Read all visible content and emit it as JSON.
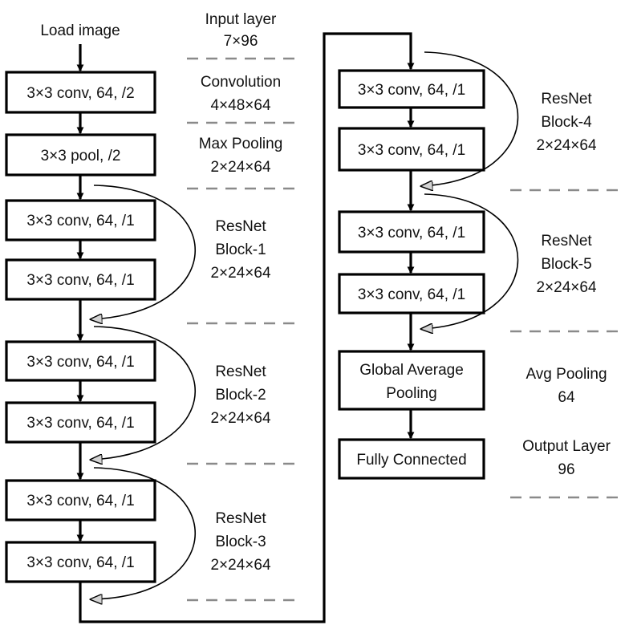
{
  "input": {
    "label": "Load image"
  },
  "left_column": {
    "conv1": "3×3 conv, 64, /2",
    "pool": "3×3 pool, /2",
    "block1": [
      "3×3 conv, 64, /1",
      "3×3 conv, 64, /1"
    ],
    "block2": [
      "3×3 conv, 64, /1",
      "3×3 conv, 64, /1"
    ],
    "block3": [
      "3×3 conv, 64, /1",
      "3×3 conv, 64, /1"
    ]
  },
  "left_annotations": {
    "input_layer": [
      "Input layer",
      "7×96"
    ],
    "convolution": [
      "Convolution",
      "4×48×64"
    ],
    "max_pooling": [
      "Max Pooling",
      "2×24×64"
    ],
    "block1": [
      "ResNet",
      "Block-1",
      "2×24×64"
    ],
    "block2": [
      "ResNet",
      "Block-2",
      "2×24×64"
    ],
    "block3": [
      "ResNet",
      "Block-3",
      "2×24×64"
    ]
  },
  "right_column": {
    "block4": [
      "3×3 conv, 64, /1",
      "3×3 conv, 64, /1"
    ],
    "block5": [
      "3×3 conv, 64, /1",
      "3×3 conv, 64, /1"
    ],
    "gap": [
      "Global Average",
      "Pooling"
    ],
    "fc": "Fully Connected"
  },
  "right_annotations": {
    "block4": [
      "ResNet",
      "Block-4",
      "2×24×64"
    ],
    "block5": [
      "ResNet",
      "Block-5",
      "2×24×64"
    ],
    "avg_pooling": [
      "Avg Pooling",
      "64"
    ],
    "output_layer": [
      "Output Layer",
      "96"
    ]
  }
}
